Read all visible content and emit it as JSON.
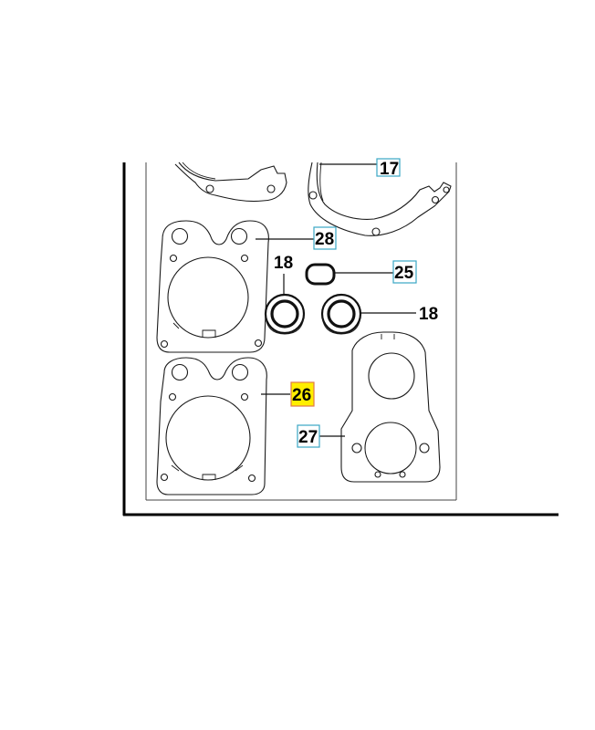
{
  "callouts": {
    "c17": "17",
    "c28": "28",
    "c18_left": "18",
    "c25": "25",
    "c18_right": "18",
    "c26": "26",
    "c27": "27"
  },
  "colors": {
    "callout_border": "#3aa7c4",
    "highlight_fill": "#ffee00",
    "highlight_border": "#e07a4a"
  }
}
